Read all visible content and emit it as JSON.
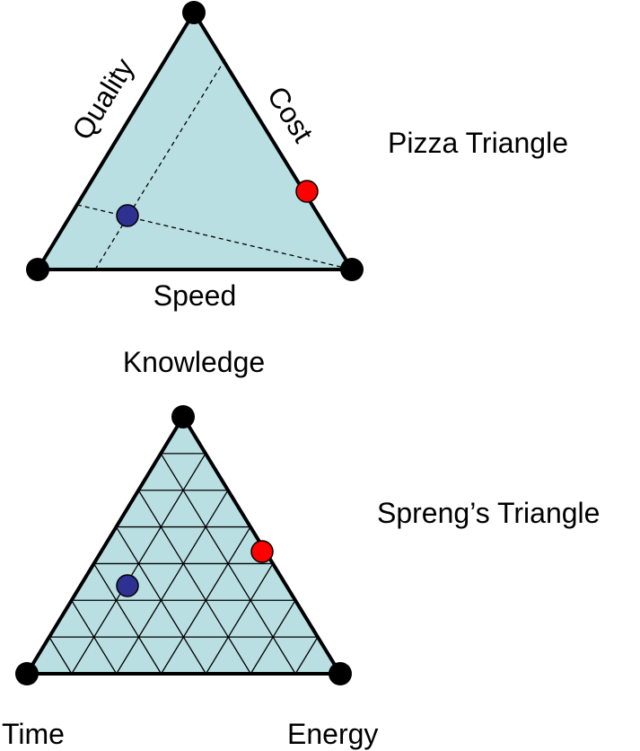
{
  "pizza": {
    "title": "Pizza Triangle",
    "edge_left": "Quality",
    "edge_right": "Cost",
    "edge_bottom": "Speed"
  },
  "spreng": {
    "title": "Spreng’s Triangle",
    "vertex_top": "Knowledge",
    "vertex_left": "Time",
    "vertex_right": "Energy",
    "grid_divisions": 7
  },
  "colors": {
    "fill": "#b9dfe2",
    "outline": "#000000",
    "vertex": "#000000",
    "point_a": "#2e3192",
    "point_b": "#ff0000"
  }
}
